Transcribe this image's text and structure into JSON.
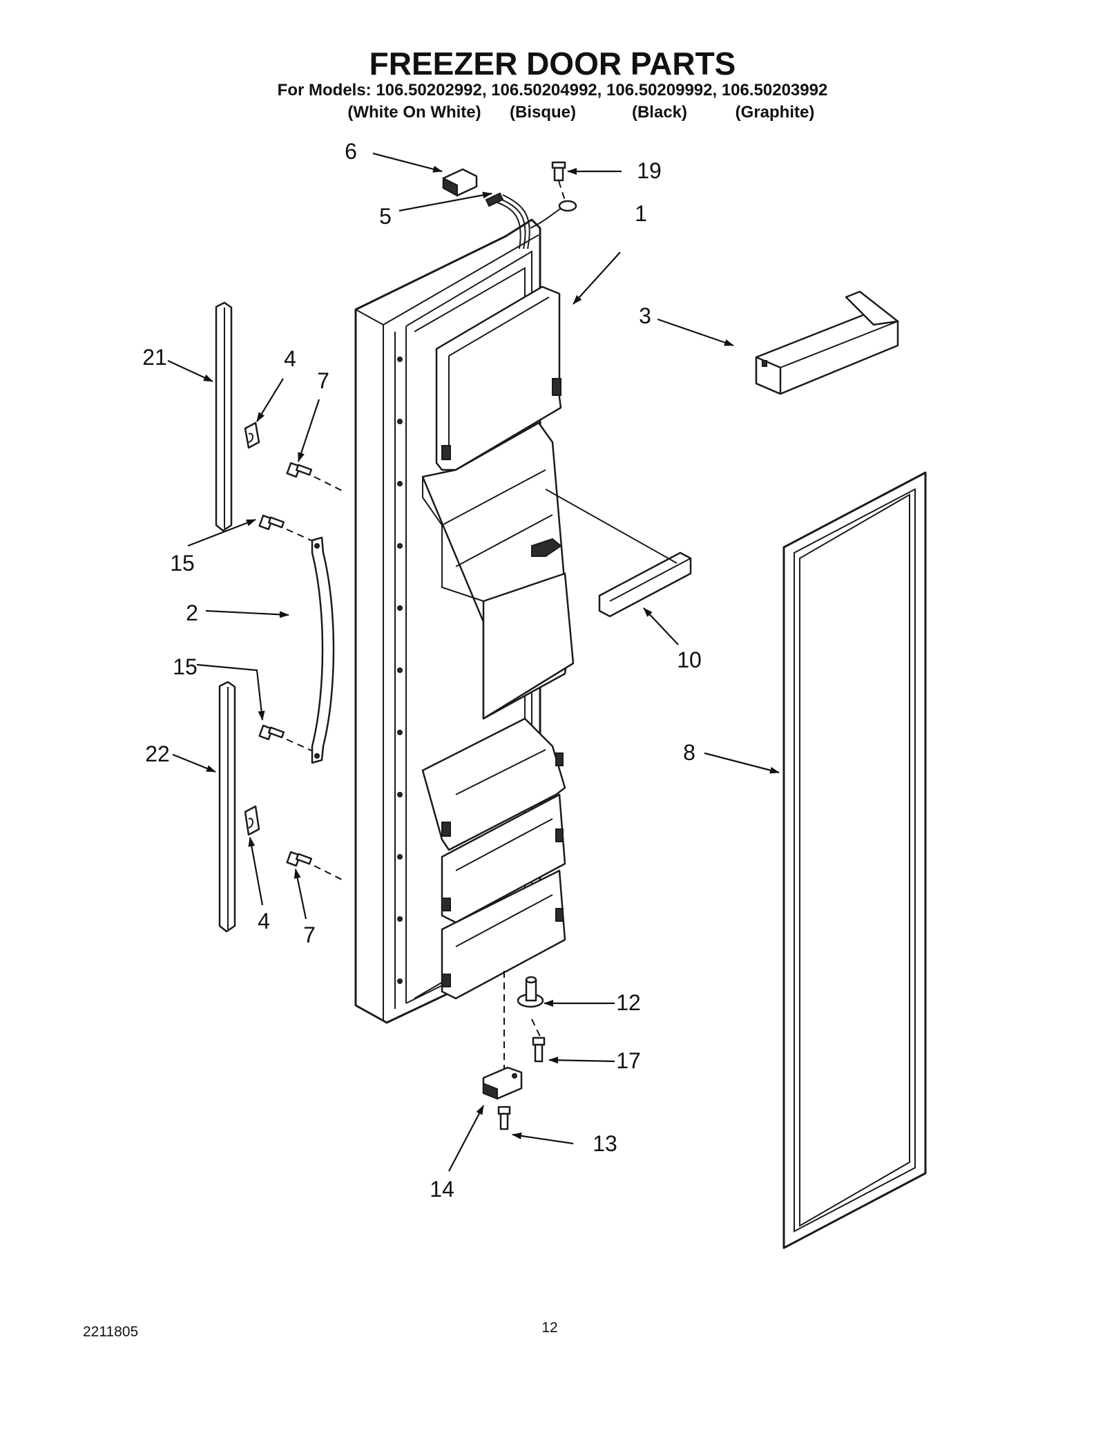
{
  "header": {
    "title": "FREEZER DOOR PARTS",
    "models_line": "For Models: 106.50202992, 106.50204992, 106.50209992, 106.50203992",
    "variants": [
      "(White On White)",
      "(Bisque)",
      "(Black)",
      "(Graphite)"
    ]
  },
  "callouts": [
    "6",
    "19",
    "5",
    "1",
    "3",
    "21",
    "4",
    "7",
    "15",
    "2",
    "15",
    "10",
    "22",
    "8",
    "4",
    "7",
    "12",
    "17",
    "13",
    "14"
  ],
  "footer": {
    "doc_number": "2211805",
    "page_number": "12"
  }
}
